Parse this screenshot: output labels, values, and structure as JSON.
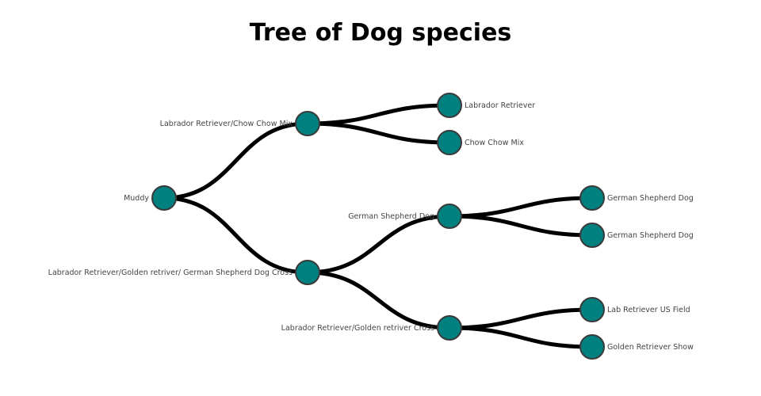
{
  "title": "Tree of Dog species",
  "colors": {
    "node": "#00807f",
    "link": "#000000"
  },
  "tree": {
    "name": "Muddy",
    "children": [
      {
        "name": "Labrador Retriever/Chow Chow Mix",
        "children": [
          {
            "name": "Labrador Retriever"
          },
          {
            "name": "Chow Chow Mix"
          }
        ]
      },
      {
        "name": "Labrador Retriever/Golden retriver/ German Shepherd Dog Cross",
        "children": [
          {
            "name": "German Shepherd Dog",
            "children": [
              {
                "name": "German Shepherd Dog"
              },
              {
                "name": "German Shepherd Dog"
              }
            ]
          },
          {
            "name": "Labrador Retriever/Golden retriver Cross",
            "children": [
              {
                "name": "Lab Retriever US Field"
              },
              {
                "name": "Golden Retriever Show"
              }
            ]
          }
        ]
      }
    ]
  }
}
